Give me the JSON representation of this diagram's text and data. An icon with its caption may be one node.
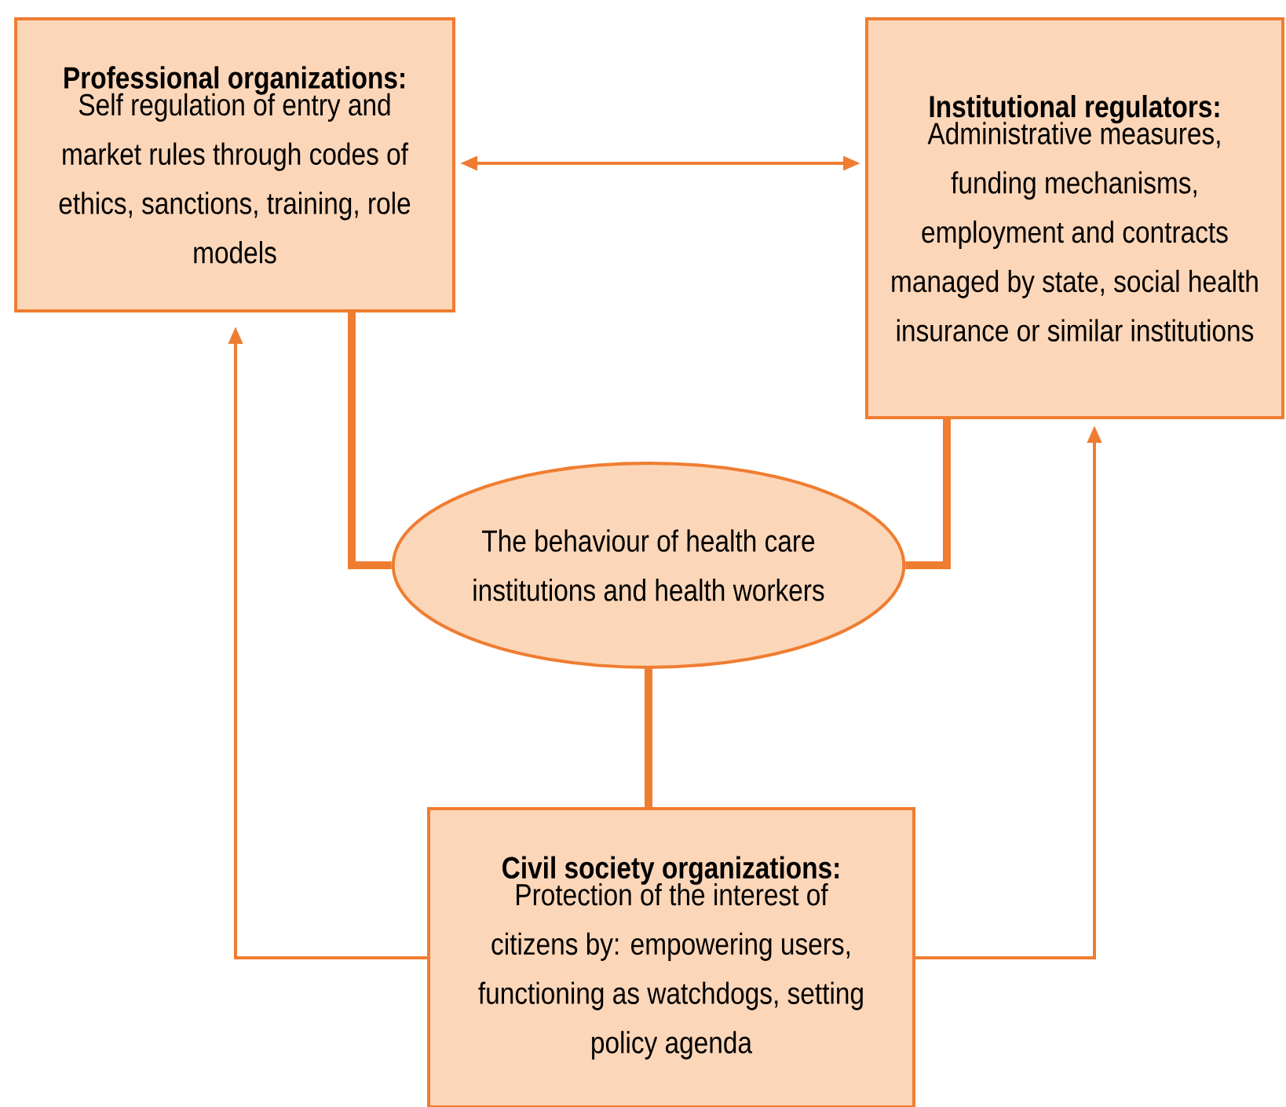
{
  "diagram": {
    "nodes": [
      {
        "text": [
          "Professional organizations:",
          "Self regulation of entry and market rules through codes of ethics, sanctions, training, role models"
        ]
      },
      {
        "text": [
          "Institutional regulators:",
          "Administrative measures, funding mechanisms, employment and contracts managed by state, social health insurance or similar institutions"
        ]
      },
      {
        "text": [
          "The behaviour of health care institutions and health workers"
        ]
      },
      {
        "text": [
          "Civil society organizations:",
          "Protection of the interest of citizens by: empowering users, functioning as watchdogs, setting policy agenda"
        ]
      }
    ],
    "edges": [
      {
        "from": 0,
        "to": 1,
        "arrow": "both"
      },
      {
        "from": 0,
        "to": 2,
        "arrow": "none",
        "style": "thick"
      },
      {
        "from": 1,
        "to": 2,
        "arrow": "none",
        "style": "thick"
      },
      {
        "from": 2,
        "to": 3,
        "arrow": "none",
        "style": "thick"
      },
      {
        "from": 3,
        "to": 0,
        "arrow": "to"
      },
      {
        "from": 3,
        "to": 1,
        "arrow": "to"
      }
    ]
  }
}
